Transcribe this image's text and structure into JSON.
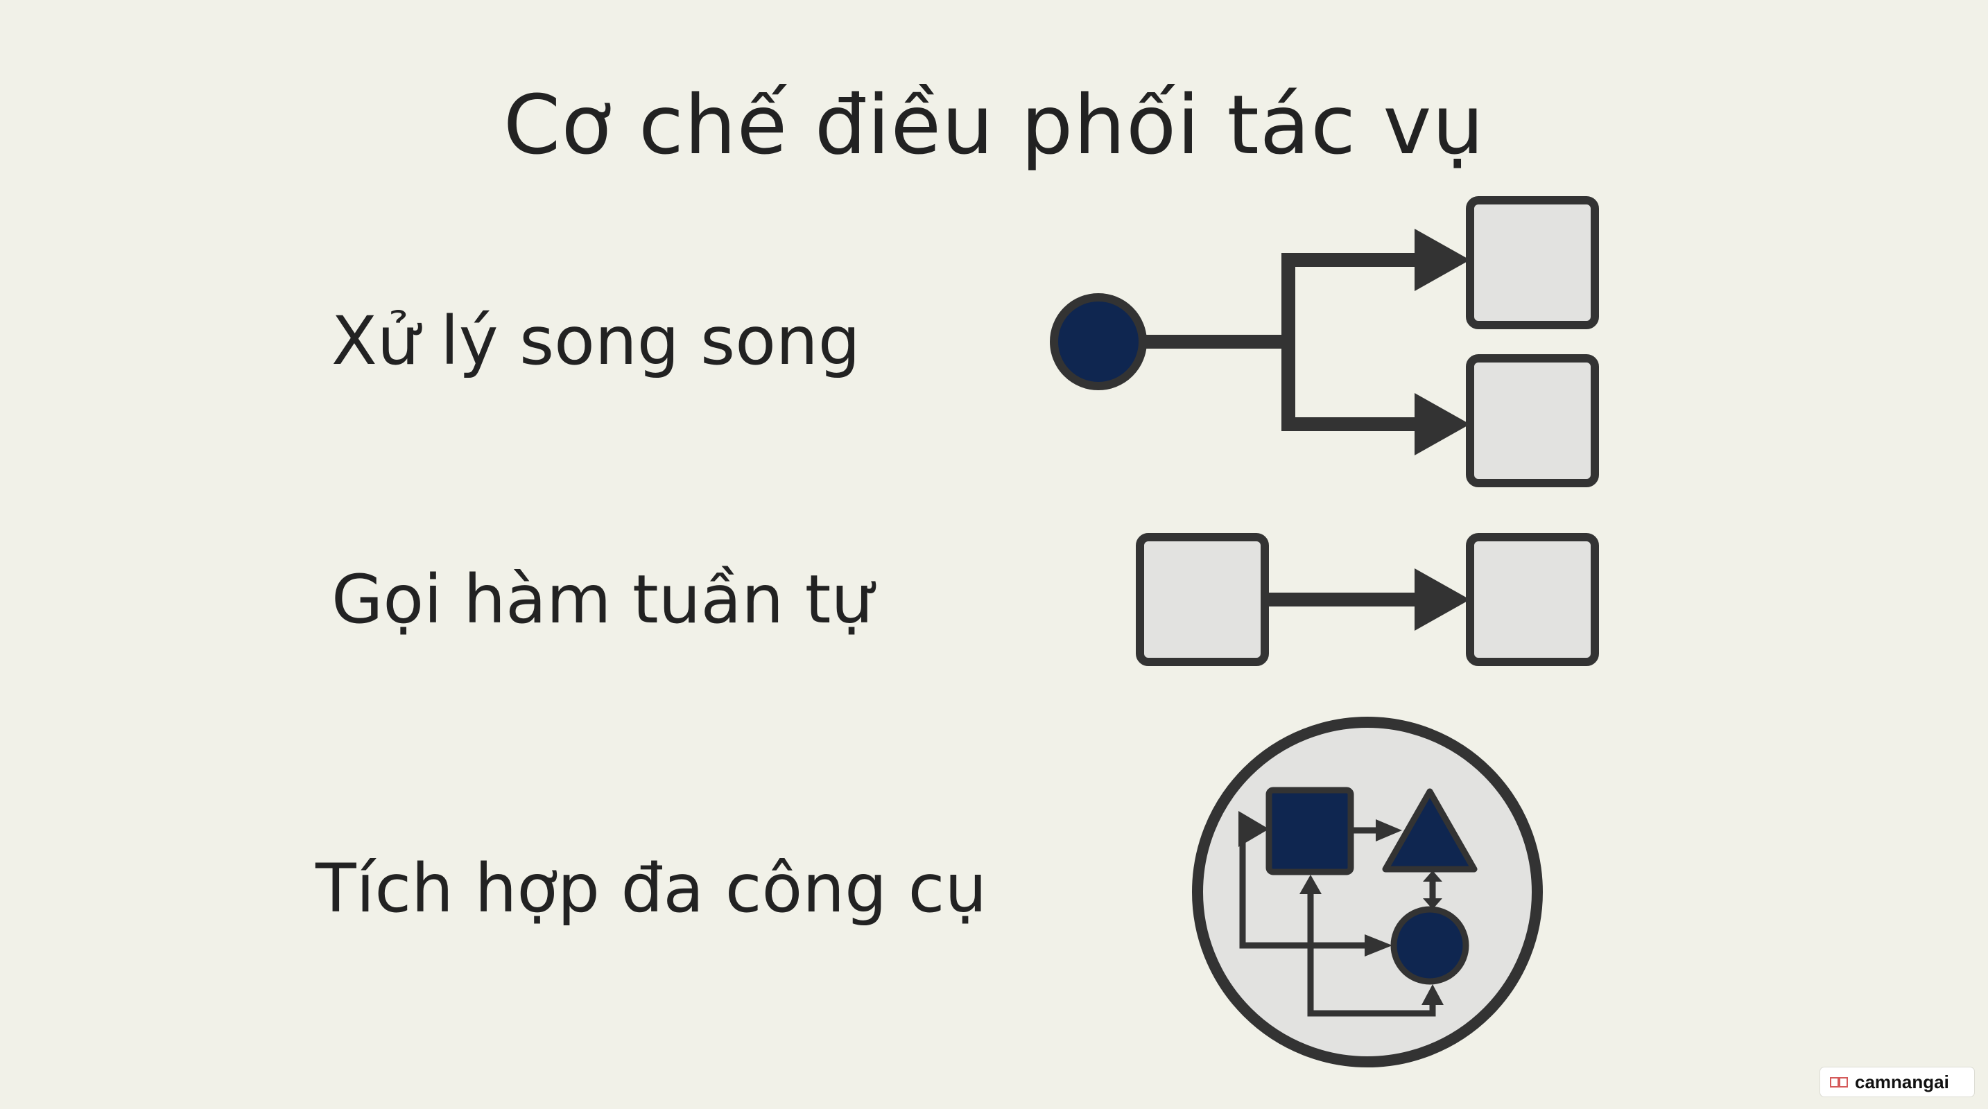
{
  "title": "Cơ chế điều phối tác vụ",
  "rows": [
    {
      "label": "Xử lý song song"
    },
    {
      "label": "Gọi hàm tuần tự"
    },
    {
      "label": "Tích hợp đa công cụ"
    }
  ],
  "colors": {
    "background": "#f1f1e8",
    "stroke": "#333333",
    "node_fill": "#e2e2e0",
    "accent_navy": "#0f2650"
  },
  "watermark": {
    "text": "camnangai",
    "icon": "book-icon"
  }
}
